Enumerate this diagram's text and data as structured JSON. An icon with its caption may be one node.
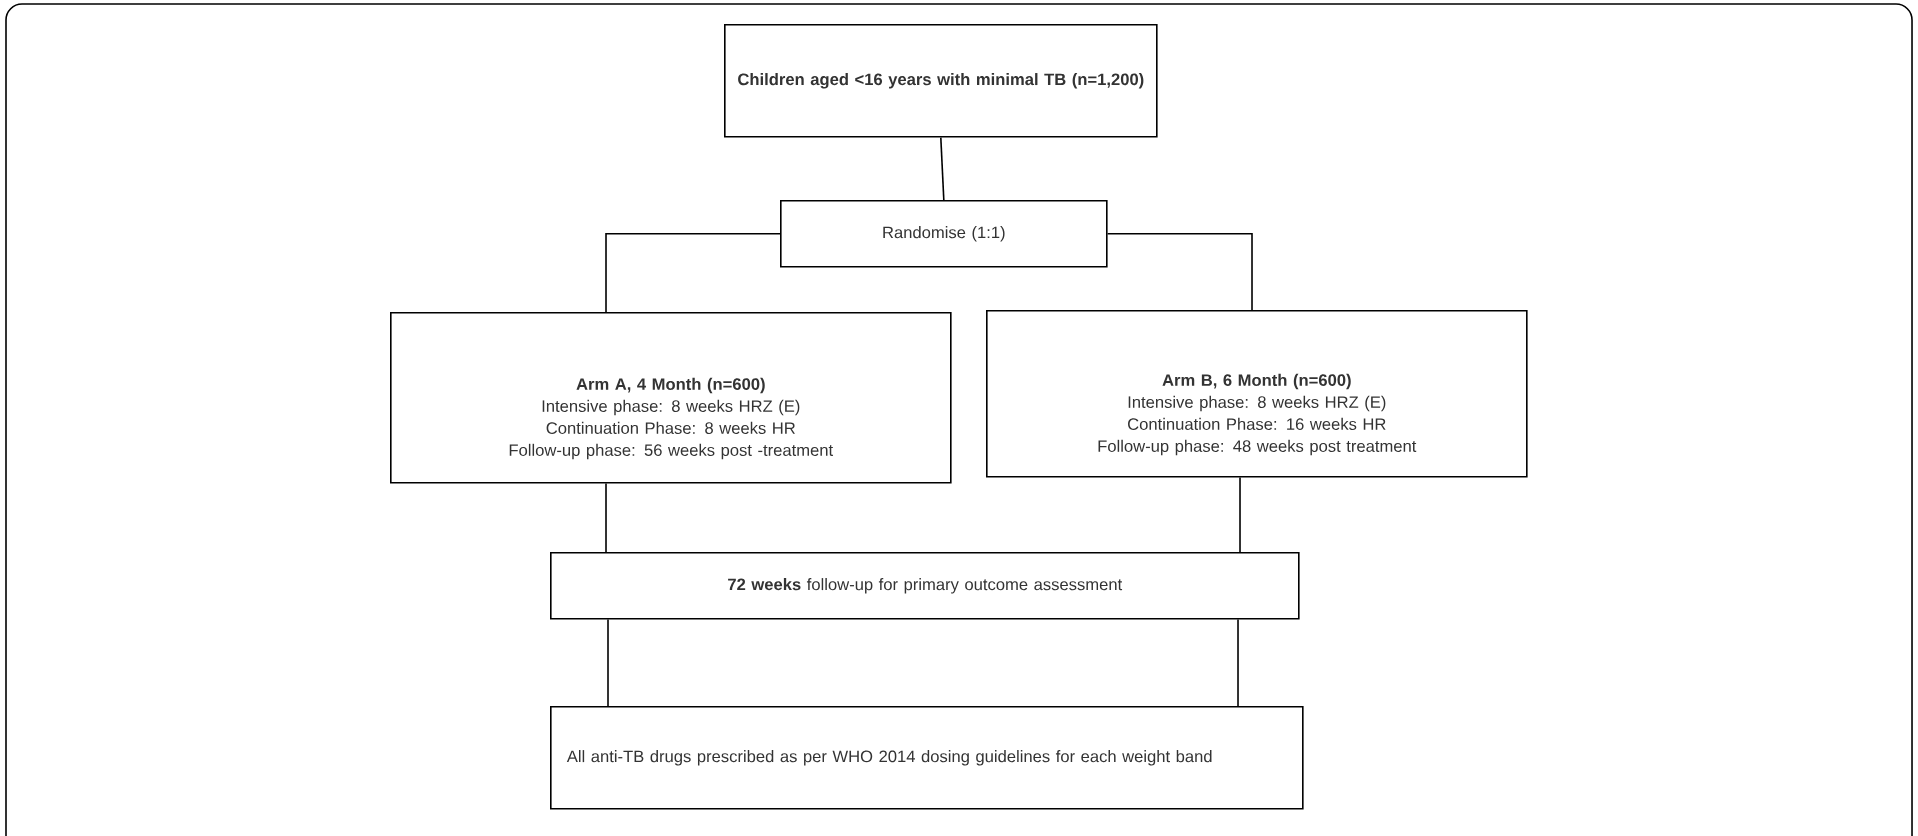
{
  "diagram": {
    "nodes": [
      {
        "text": [
          "Children aged <16 years with minimal TB (n=1,200)"
        ]
      },
      {
        "text": [
          "Randomise (1:1)"
        ]
      },
      {
        "text": [
          "Arm A, 4 Month (n=600)",
          "Intensive phase: 8 weeks HRZ (E)",
          "Continuation Phase: 8 weeks HR",
          "Follow-up phase: 56 weeks post -treatment"
        ]
      },
      {
        "text": [
          "Arm B, 6 Month (n=600)",
          "Intensive phase: 8 weeks HRZ (E)",
          "Continuation Phase: 16 weeks HR",
          "Follow-up phase: 48 weeks post treatment"
        ]
      },
      {
        "text": [
          "**72 weeks** follow-up for primary outcome assessment"
        ]
      },
      {
        "text": [
          "All anti-TB drugs prescribed as per WHO 2014 dosing guidelines for each weight band"
        ]
      }
    ],
    "edges": [
      {
        "from": 0,
        "to": 1,
        "arrow": "none"
      },
      {
        "from": 1,
        "to": 2,
        "arrow": "none"
      },
      {
        "from": 1,
        "to": 3,
        "arrow": "none"
      },
      {
        "from": 2,
        "to": 4,
        "arrow": "none"
      },
      {
        "from": 3,
        "to": 4,
        "arrow": "none"
      },
      {
        "from": 4,
        "to": 5,
        "arrow": "none"
      },
      {
        "from": 4,
        "to": 5,
        "arrow": "none"
      }
    ]
  }
}
